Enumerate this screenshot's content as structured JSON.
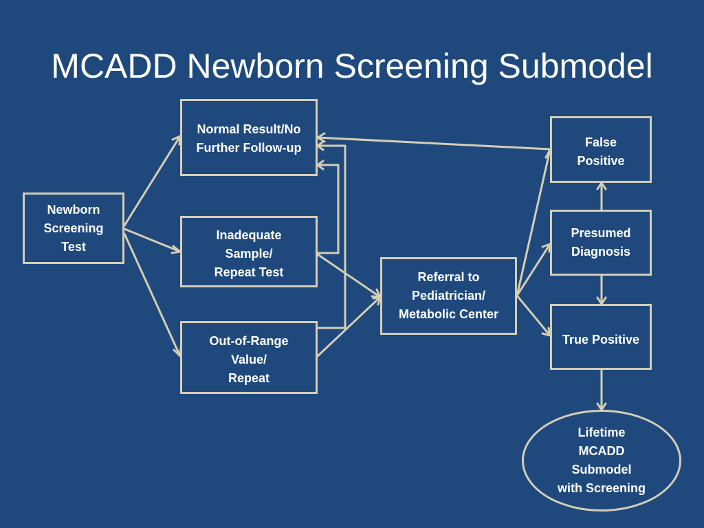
{
  "slide": {
    "title": "MCADD Newborn Screening Submodel"
  },
  "colors": {
    "background": "#1f497d",
    "box_border": "#d5ceb5",
    "arrow": "#d5ceb5",
    "text": "#ffffff"
  },
  "nodes": {
    "newborn_screening_test": "Newborn\nScreening\nTest",
    "normal_result": "Normal Result/No\nFurther Follow-up",
    "inadequate_sample": "Inadequate\nSample/\nRepeat Test",
    "out_of_range": "Out-of-Range\nValue/\nRepeat",
    "referral": "Referral to\nPediatrician/\nMetabolic Center",
    "false_positive": "False\nPositive",
    "presumed_diagnosis": "Presumed\nDiagnosis",
    "true_positive": "True Positive",
    "lifetime_submodel": "Lifetime\nMCADD\nSubmodel\nwith Screening"
  },
  "edges": [
    {
      "from": "Newborn Screening Test",
      "to": "Normal Result/No Further Follow-up"
    },
    {
      "from": "Newborn Screening Test",
      "to": "Inadequate Sample/Repeat Test"
    },
    {
      "from": "Newborn Screening Test",
      "to": "Out-of-Range Value/Repeat"
    },
    {
      "from": "Inadequate Sample/Repeat Test",
      "to": "Normal Result/No Further Follow-up"
    },
    {
      "from": "Out-of-Range Value/Repeat",
      "to": "Normal Result/No Further Follow-up"
    },
    {
      "from": "Inadequate Sample/Repeat Test",
      "to": "Referral to Pediatrician/Metabolic Center"
    },
    {
      "from": "Out-of-Range Value/Repeat",
      "to": "Referral to Pediatrician/Metabolic Center"
    },
    {
      "from": "Referral to Pediatrician/Metabolic Center",
      "to": "False Positive"
    },
    {
      "from": "Referral to Pediatrician/Metabolic Center",
      "to": "Presumed Diagnosis"
    },
    {
      "from": "Referral to Pediatrician/Metabolic Center",
      "to": "True Positive"
    },
    {
      "from": "False Positive",
      "to": "Normal Result/No Further Follow-up"
    },
    {
      "from": "Presumed Diagnosis",
      "to": "False Positive"
    },
    {
      "from": "Presumed Diagnosis",
      "to": "True Positive"
    },
    {
      "from": "True Positive",
      "to": "Lifetime MCADD Submodel with Screening"
    }
  ]
}
